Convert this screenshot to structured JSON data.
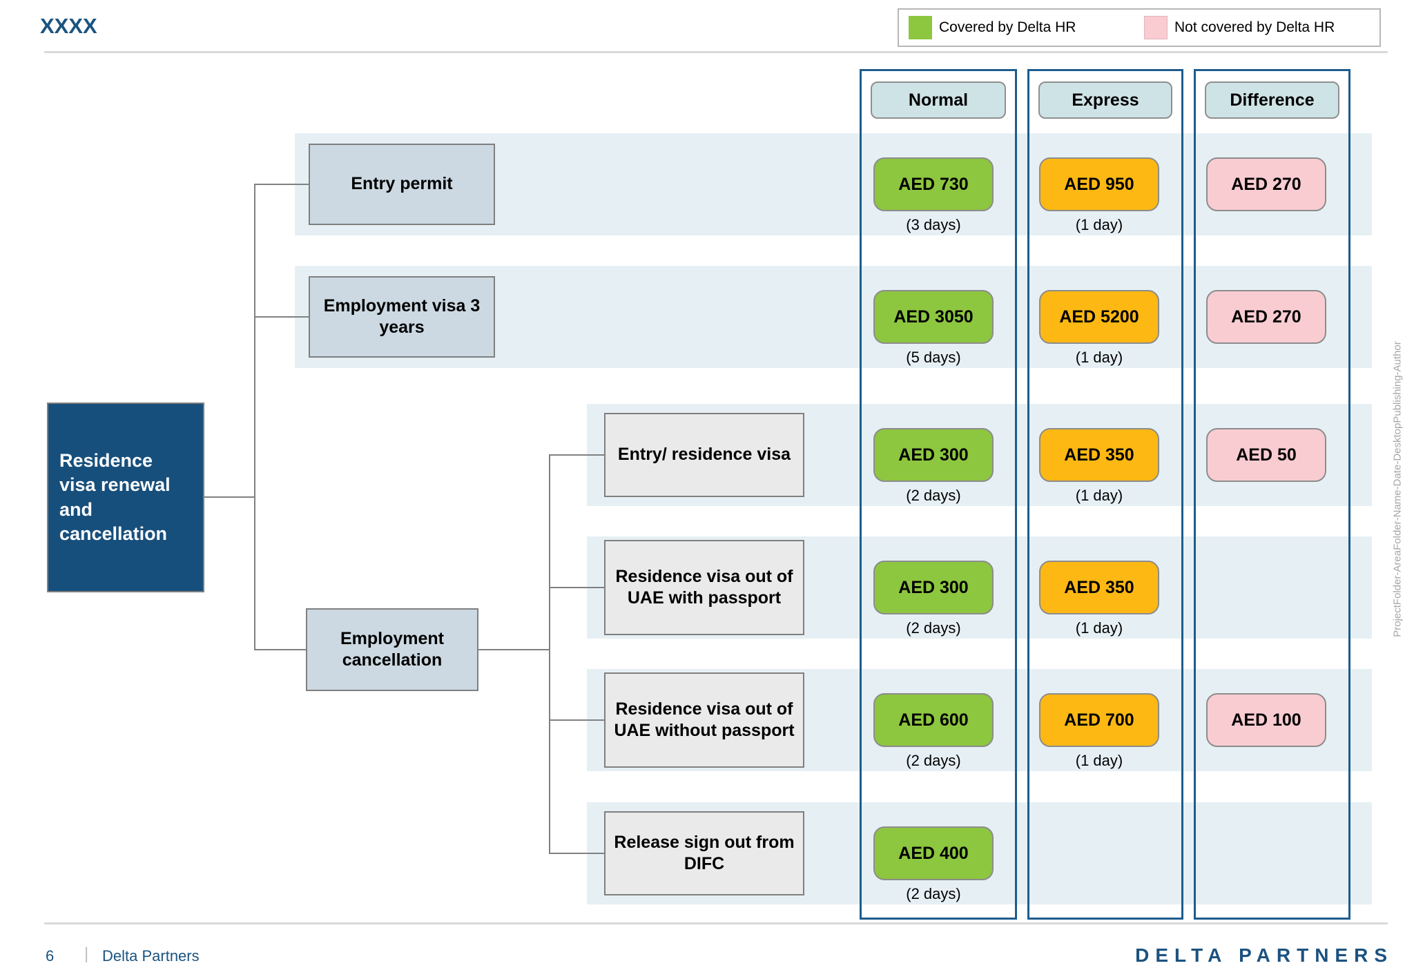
{
  "title": "XXXX",
  "legend": {
    "covered_label": "Covered by Delta HR",
    "not_covered_label": "Not covered by Delta HR"
  },
  "columns": {
    "normal": "Normal",
    "express": "Express",
    "difference": "Difference"
  },
  "root_label": "Residence visa renewal and cancellation",
  "rows": [
    {
      "label": "Entry permit",
      "normal": {
        "value": "AED 730",
        "days": "(3 days)"
      },
      "express": {
        "value": "AED 950",
        "days": "(1 day)"
      },
      "difference": {
        "value": "AED 270"
      }
    },
    {
      "label": "Employment visa 3 years",
      "normal": {
        "value": "AED 3050",
        "days": "(5 days)"
      },
      "express": {
        "value": "AED 5200",
        "days": "(1 day)"
      },
      "difference": {
        "value": "AED 270"
      }
    },
    {
      "label": "Entry/ residence visa",
      "normal": {
        "value": "AED 300",
        "days": "(2 days)"
      },
      "express": {
        "value": "AED 350",
        "days": "(1 day)"
      },
      "difference": {
        "value": "AED 50"
      }
    },
    {
      "label": "Residence visa out of UAE with passport",
      "normal": {
        "value": "AED 300",
        "days": "(2 days)"
      },
      "express": {
        "value": "AED 350",
        "days": "(1 day)"
      }
    },
    {
      "label": "Residence visa out of UAE without passport",
      "normal": {
        "value": "AED 600",
        "days": "(2 days)"
      },
      "express": {
        "value": "AED 700",
        "days": "(1 day)"
      },
      "difference": {
        "value": "AED 100"
      }
    },
    {
      "label": "Release sign out from DIFC",
      "normal": {
        "value": "AED 400",
        "days": "(2 days)"
      }
    }
  ],
  "footer": {
    "page_number": "6",
    "company": "Delta Partners",
    "logo": "DELTA PARTNERS"
  },
  "sidebar_text": "ProjectFolder-AreaFolder-Name-Date-DesktopPublishing-Author",
  "colors": {
    "covered": "#8dc63f",
    "express": "#fdb813",
    "not_covered": "#f9ccd2",
    "root_box": "#174f7c",
    "branch_box": "#ccd9e2",
    "sub_box": "#eaeaea",
    "row_band": "#e6f0f4",
    "column_frame": "#1d5c8d",
    "accent_blue": "#1b5480"
  }
}
